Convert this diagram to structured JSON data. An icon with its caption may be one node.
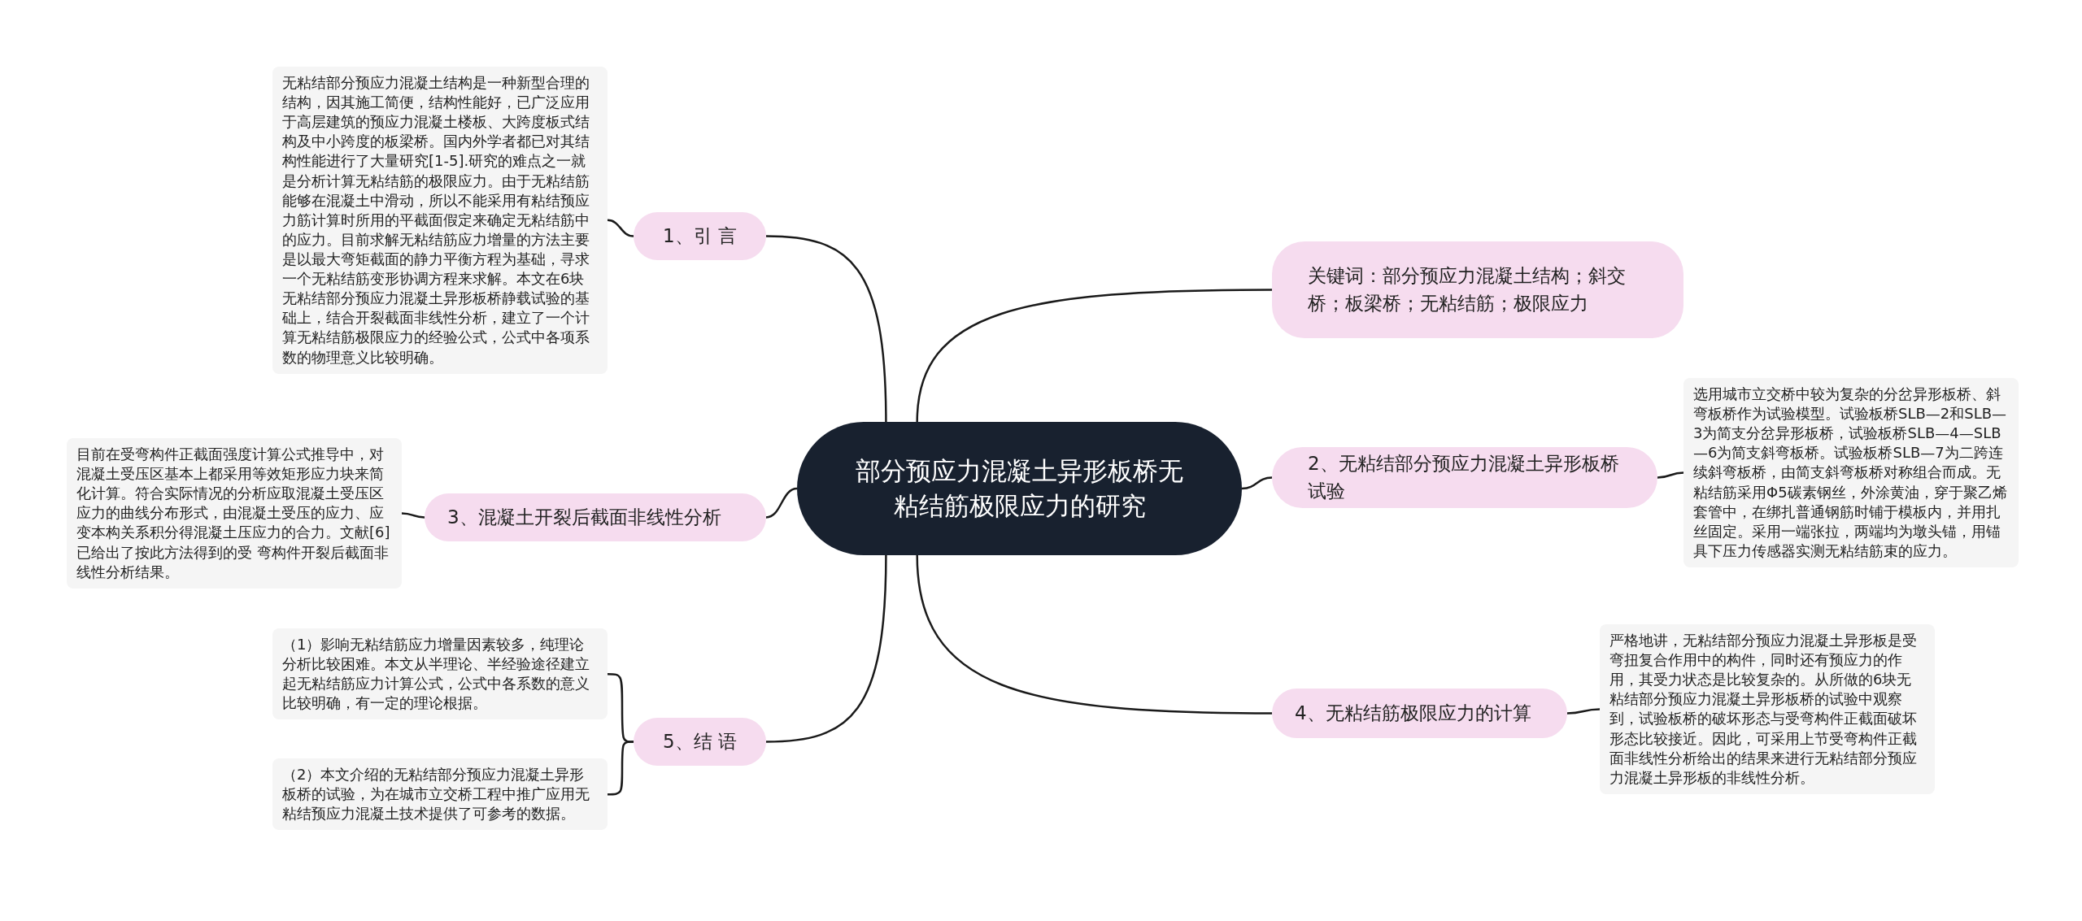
{
  "diagram": {
    "nodes": [
      {
        "text": [
          "部分预应力混凝土异形板桥无粘结筋极限应力的研究"
        ]
      },
      {
        "text": [
          "1、引 言"
        ]
      },
      {
        "text": [
          "无粘结部分预应力混凝土结构是一种新型合理的结构，因其施工简便，结构性能好，已广泛应用于高层建筑的预应力混凝土楼板、大跨度板式结构及中小跨度的板梁桥。国内外学者都已对其结构性能进行了大量研究[1-5].研究的难点之一就是分析计算无粘结筋的极限应力。由于无粘结筋能够在混凝土中滑动，所以不能采用有粘结预应力筋计算时所用的平截面假定来确定无粘结筋中的应力。目前求解无粘结筋应力增量的方法主要是以最大弯矩截面的静力平衡方程为基础，寻求一个无粘结筋变形协调方程来求解。本文在6块无粘结部分预应力混凝土异形板桥静载试验的基础上，结合开裂截面非线性分析，建立了一个计算无粘结筋极限应力的经验公式，公式中各项系数的物理意义比较明确。"
        ]
      },
      {
        "text": [
          "3、混凝土开裂后截面非线性分析"
        ]
      },
      {
        "text": [
          "目前在受弯构件正截面强度计算公式推导中，对混凝土受压区基本上都采用等效矩形应力块来简化计算。符合实际情况的分析应取混凝土受压区应力的曲线分布形式，由混凝土受压的应力、应变本构关系积分得混凝土压应力的合力。文献[6]已给出了按此方法得到的受 弯构件开裂后截面非线性分析结果。"
        ]
      },
      {
        "text": [
          "5、结 语"
        ]
      },
      {
        "text": [
          "（1）影响无粘结筋应力增量因素较多，纯理论分析比较困难。本文从半理论、半经验途径建立起无粘结筋应力计算公式，公式中各系数的意义比较明确，有一定的理论根据。"
        ]
      },
      {
        "text": [
          "（2）本文介绍的无粘结部分预应力混凝土异形板桥的试验，为在城市立交桥工程中推广应用无粘结预应力混凝土技术提供了可参考的数据。"
        ]
      },
      {
        "text": [
          "关键词：部分预应力混凝土结构；斜交桥；板梁桥；无粘结筋；极限应力"
        ]
      },
      {
        "text": [
          "2、无粘结部分预应力混凝土异形板桥试验"
        ]
      },
      {
        "text": [
          "选用城市立交桥中较为复杂的分岔异形板桥、斜弯板桥作为试验模型。试验板桥SLB—2和SLB—3为简支分岔异形板桥，试验板桥SLB—4—SLB—6为简支斜弯板桥。试验板桥SLB—7为二跨连续斜弯板桥，由简支斜弯板桥对称组合而成。无粘结筋采用Φ5碳素钢丝，外涂黄油，穿于聚乙烯套管中，在绑扎普通钢筋时铺于模板内，并用扎丝固定。采用一端张拉，两端均为墩头锚，用锚具下压力传感器实测无粘结筋束的应力。"
        ]
      },
      {
        "text": [
          "4、无粘结筋极限应力的计算"
        ]
      },
      {
        "text": [
          "严格地讲，无粘结部分预应力混凝土异形板是受弯扭复合作用中的构件，同时还有预应力的作用，其受力状态是比较复杂的。从所做的6块无粘结部分预应力混凝土异形板桥的试验中观察到，试验板桥的破坏形态与受弯构件正截面破坏形态比较接近。因此，可采用上节受弯构件正截面非线性分析给出的结果来进行无粘结部分预应力混凝土异形板的非线性分析。"
        ]
      }
    ],
    "edges": [
      {
        "from": 0,
        "to": 1,
        "arrow": "none"
      },
      {
        "from": 1,
        "to": 2,
        "arrow": "none"
      },
      {
        "from": 0,
        "to": 3,
        "arrow": "none"
      },
      {
        "from": 3,
        "to": 4,
        "arrow": "none"
      },
      {
        "from": 0,
        "to": 5,
        "arrow": "none"
      },
      {
        "from": 5,
        "to": 6,
        "arrow": "none"
      },
      {
        "from": 5,
        "to": 7,
        "arrow": "none"
      },
      {
        "from": 0,
        "to": 8,
        "arrow": "none"
      },
      {
        "from": 0,
        "to": 9,
        "arrow": "none"
      },
      {
        "from": 9,
        "to": 10,
        "arrow": "none"
      },
      {
        "from": 0,
        "to": 11,
        "arrow": "none"
      },
      {
        "from": 11,
        "to": 12,
        "arrow": "none"
      }
    ]
  }
}
